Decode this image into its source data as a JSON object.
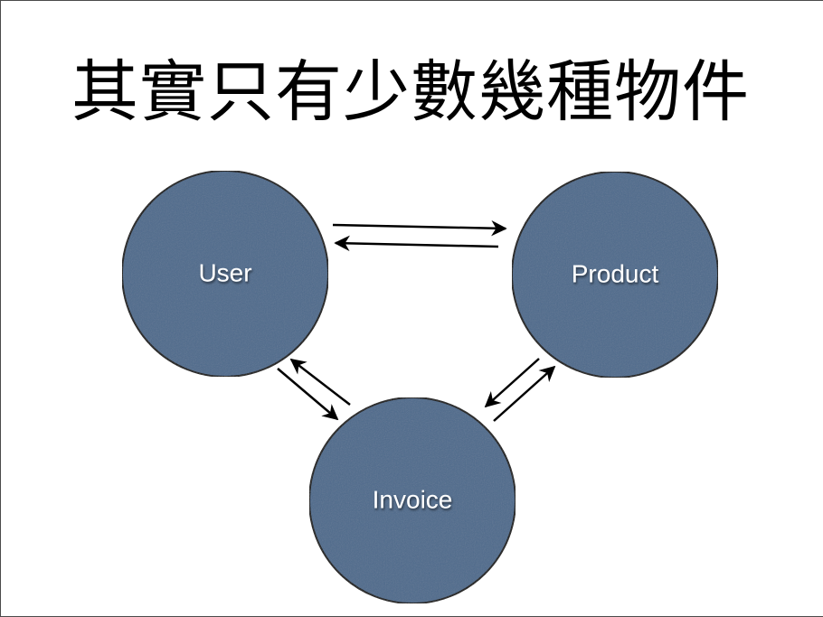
{
  "slide": {
    "title": "其實只有少數幾種物件"
  },
  "diagram": {
    "node_fill": "#4d6a8c",
    "node_stroke": "#111111",
    "arrow_color": "#000000",
    "nodes": [
      {
        "id": "user",
        "label": "User"
      },
      {
        "id": "product",
        "label": "Product"
      },
      {
        "id": "invoice",
        "label": "Invoice"
      }
    ],
    "edges": [
      {
        "from": "user",
        "to": "product"
      },
      {
        "from": "product",
        "to": "user"
      },
      {
        "from": "user",
        "to": "invoice"
      },
      {
        "from": "invoice",
        "to": "user"
      },
      {
        "from": "product",
        "to": "invoice"
      },
      {
        "from": "invoice",
        "to": "product"
      }
    ]
  }
}
